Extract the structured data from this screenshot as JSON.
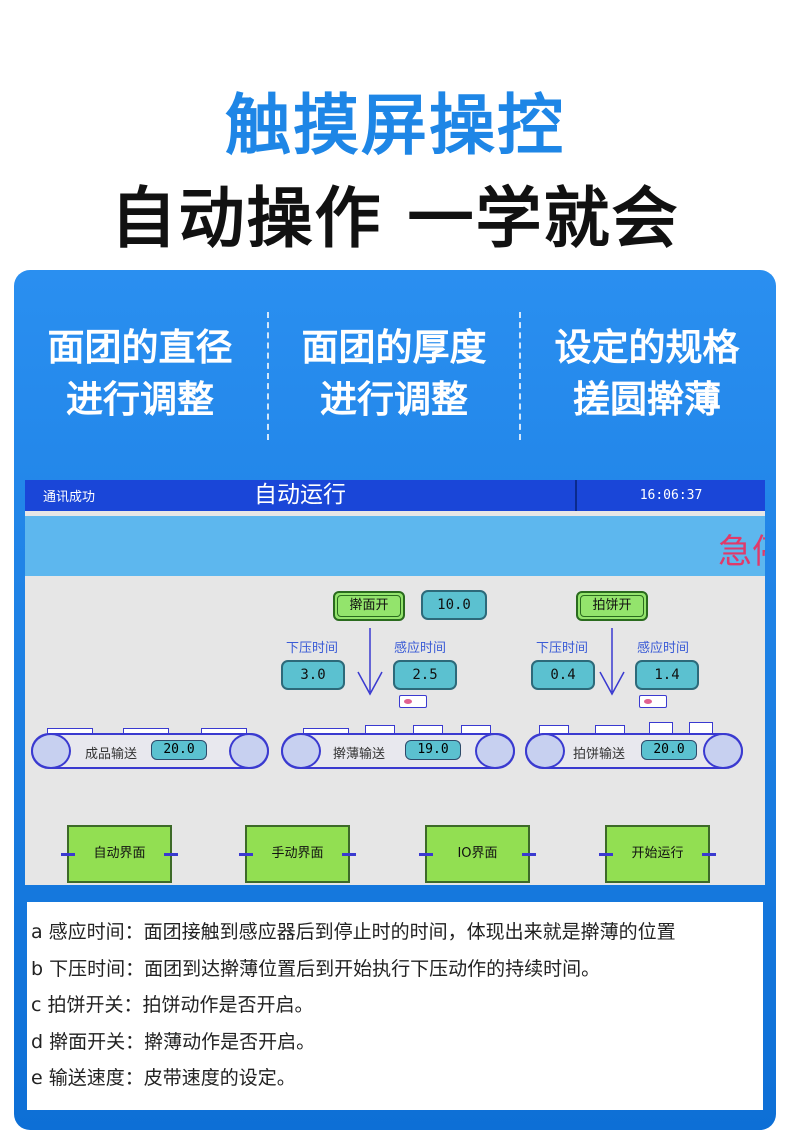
{
  "header": {
    "line1": "触摸屏操控",
    "line2": "自动操作 一学就会"
  },
  "features": [
    {
      "line1": "面团的直径",
      "line2": "进行调整"
    },
    {
      "line1": "面团的厚度",
      "line2": "进行调整"
    },
    {
      "line1": "设定的规格",
      "line2": "搓圆擀薄"
    }
  ],
  "screen": {
    "status": "通讯成功",
    "title": "自动运行",
    "time": "16:06:37",
    "alert": "急停",
    "press_switch": "擀面开",
    "press_value": "10.0",
    "flat_switch": "拍饼开",
    "left_group": {
      "press_time_label": "下压时间",
      "sense_time_label": "感应时间",
      "press_time": "3.0",
      "sense_time": "2.5"
    },
    "right_group": {
      "press_time_label": "下压时间",
      "sense_time_label": "感应时间",
      "press_time": "0.4",
      "sense_time": "1.4"
    },
    "belts": [
      {
        "label": "成品输送",
        "value": "20.0"
      },
      {
        "label": "擀薄输送",
        "value": "19.0"
      },
      {
        "label": "拍饼输送",
        "value": "20.0"
      }
    ],
    "nav": [
      "自动界面",
      "手动界面",
      "IO界面",
      "开始运行"
    ]
  },
  "notes": [
    "a 感应时间：面团接触到感应器后到停止时的时间，体现出来就是擀薄的位置",
    "b 下压时间：面团到达擀薄位置后到开始执行下压动作的持续时间。",
    "c 拍饼开关：拍饼动作是否开启。",
    "d 擀面开关：擀薄动作是否开启。",
    "e 输送速度：皮带速度的设定。"
  ],
  "colors": {
    "accent": "#1e86e6",
    "panel": "#1a7fe3",
    "hmi_header": "#1a46d8",
    "button_green": "#93e46c",
    "value_cyan": "#5bc1d0"
  }
}
